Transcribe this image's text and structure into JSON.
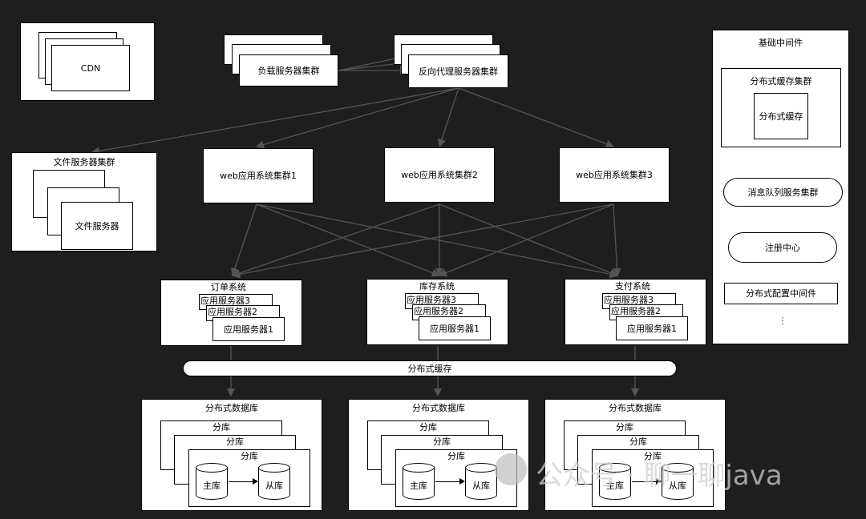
{
  "cdn": "CDN",
  "lb_cluster": "负载服务器集群",
  "proxy_cluster": "反向代理服务器集群",
  "file_cluster": {
    "title": "文件服务器集群",
    "server": "文件服务器"
  },
  "web": [
    "web应用系统集群1",
    "web应用系统集群2",
    "web应用系统集群3"
  ],
  "middleware": {
    "title": "基础中间件",
    "cache_cluster": "分布式缓存集群",
    "cache": "分布式缓存",
    "mq": "消息队列服务集群",
    "registry": "注册中心",
    "config": "分布式配置中间件",
    "more": "⋮"
  },
  "systems": [
    {
      "name": "订单系统",
      "apps": [
        "应用服务器3",
        "应用服务器2",
        "应用服务器1"
      ]
    },
    {
      "name": "库存系统",
      "apps": [
        "应用服务器3",
        "应用服务器2",
        "应用服务器1"
      ]
    },
    {
      "name": "支付系统",
      "apps": [
        "应用服务器3",
        "应用服务器2",
        "应用服务器1"
      ]
    }
  ],
  "dist_cache_bar": "分布式缓存",
  "databases": [
    {
      "name": "分布式数据库",
      "shard": "分库",
      "master": "主库",
      "slave": "从库"
    },
    {
      "name": "分布式数据库",
      "shard": "分库",
      "master": "主库",
      "slave": "从库"
    },
    {
      "name": "分布式数据库",
      "shard": "分库",
      "master": "主库",
      "slave": "从库"
    }
  ],
  "watermark": "公众号 · 聊一聊java"
}
